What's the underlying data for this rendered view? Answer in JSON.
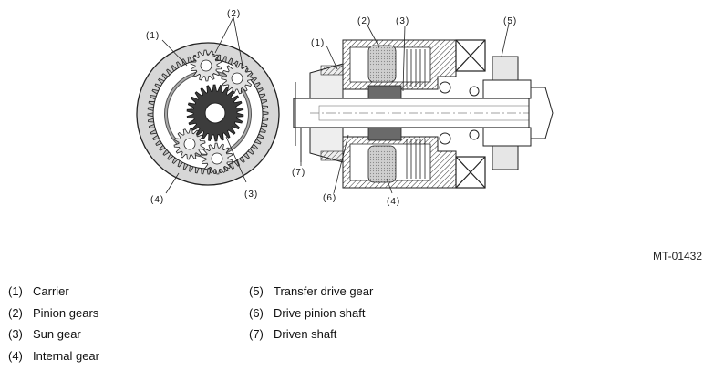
{
  "figure_id": "MT-01432",
  "callouts": {
    "left": [
      "(1)",
      "(2)",
      "(3)",
      "(4)"
    ],
    "right": [
      "(1)",
      "(2)",
      "(3)",
      "(4)",
      "(5)",
      "(6)",
      "(7)"
    ]
  },
  "legend": {
    "left": [
      {
        "num": "(1)",
        "text": "Carrier"
      },
      {
        "num": "(2)",
        "text": "Pinion gears"
      },
      {
        "num": "(3)",
        "text": "Sun gear"
      },
      {
        "num": "(4)",
        "text": "Internal gear"
      }
    ],
    "right": [
      {
        "num": "(5)",
        "text": "Transfer drive gear"
      },
      {
        "num": "(6)",
        "text": "Drive pinion shaft"
      },
      {
        "num": "(7)",
        "text": "Driven shaft"
      }
    ]
  }
}
